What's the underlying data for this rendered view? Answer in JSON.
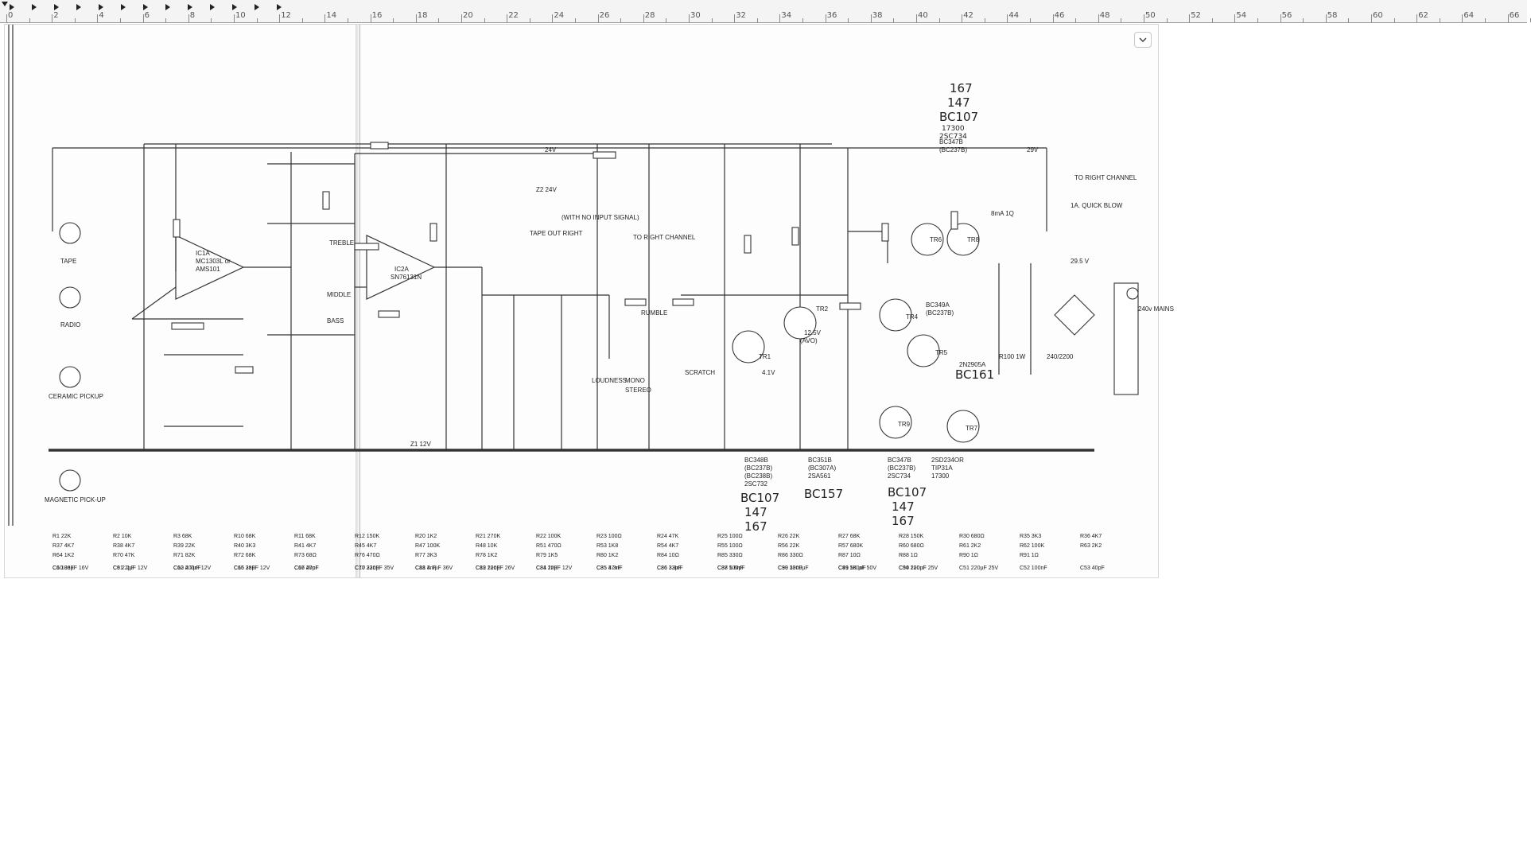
{
  "ruler": {
    "numbers": [
      "0",
      "2",
      "4",
      "6",
      "8",
      "10",
      "12",
      "14",
      "16",
      "18",
      "20",
      "22",
      "24",
      "26",
      "28",
      "30",
      "32",
      "34",
      "36",
      "38",
      "40",
      "42",
      "44",
      "46",
      "48",
      "50",
      "52",
      "54",
      "56",
      "58",
      "60",
      "62",
      "64",
      "66"
    ]
  },
  "toolbar": {
    "collapse_icon": "chevron-down-icon"
  },
  "schematic": {
    "inputs": [
      "TAPE",
      "RADIO",
      "CERAMIC PICKUP",
      "MAGNETIC PICK-UP"
    ],
    "ic1": [
      "IC1A",
      "MC1303L or",
      "AMS101"
    ],
    "ic2": [
      "IC2A",
      "SN76131N"
    ],
    "controls": [
      "TREBLE",
      "MIDDLE",
      "BASS",
      "RUMBLE",
      "SCRATCH",
      "LOUDNESS",
      "MONO",
      "STEREO"
    ],
    "labels": {
      "tape_out": "TAPE OUT RIGHT",
      "to_right": "TO RIGHT CHANNEL",
      "to_right2": "TO RIGHT CHANNEL",
      "fuse": "1A. QUICK BLOW",
      "mains": "240v MAINS",
      "rail": "29.5 V",
      "rail2": "29V",
      "v24": "24V",
      "z2": "Z2 24V",
      "z1": "Z1 12V",
      "trafo": "240/2200",
      "no_input": "(WITH NO INPUT SIGNAL)",
      "bias": "8mA 1Q",
      "r100": "R100 1W",
      "ai": "(AVO)"
    },
    "resistors": [
      "R1 22K",
      "R2 10K",
      "R3 68K",
      "R10 68K",
      "R11 68K",
      "R12 150K",
      "R20 1K2",
      "R21 270K",
      "R22 100K",
      "R23 100Ω",
      "R24 47K",
      "R25 100Ω",
      "R26 22K",
      "R27 68K",
      "R28 150K",
      "R30 680Ω",
      "R35 3K3",
      "R36 4K7",
      "R37 4K7",
      "R38 4K7",
      "R39 22K",
      "R40 3K3",
      "R41 4K7",
      "R45 4K7",
      "R47 100K",
      "R48 10K",
      "R51 470Ω",
      "R53 1K8",
      "R54 4K7",
      "R55 100Ω",
      "R56 22K",
      "R57 680K",
      "R60 680Ω",
      "R61 2K2",
      "R62 100K",
      "R63 2K2",
      "R64 1K2",
      "R70 47K",
      "R71 82K",
      "R72 68K",
      "R73 68Ω",
      "R76 470Ω",
      "R77 3K3",
      "R78 1K2",
      "R79 1K5",
      "R80 1K2",
      "R84 10Ω",
      "R85 330Ω",
      "R86 330Ω",
      "R87 10Ω",
      "R88 1Ω",
      "R90 1Ω",
      "R91 1Ω"
    ],
    "capacitors": [
      "C1 10nF",
      "C9 2.2µF 12V",
      "C10 4.7µF 12V",
      "C15 33µF 12V",
      "C16 47nF",
      "C17 33nF",
      "C18 3nF",
      "C19 10nF",
      "C31 22µF 12V",
      "C35 3.3nF",
      "C36 3.3nF",
      "C38 5.6nF",
      "C39 33nF",
      "C49 100nF",
      "C50 220µF 25V",
      "C51 220µF 25V",
      "C52 100nF",
      "C53 40pF",
      "C60 33µF 16V",
      "C61 2µF",
      "C62 200nF",
      "C66 2nF",
      "C67 20pF",
      "C70 220µF 35V",
      "C81 4.7µF 36V",
      "C82 220µF 26V",
      "C84 1nF",
      "C85 47nF",
      "C86 33pF",
      "C87 100pF",
      "C90 1000µF",
      "C91 5K µF 50V",
      "C94 100nF"
    ],
    "transistors": {
      "tr1": "TR1",
      "tr2": "TR2",
      "tr4": "TR4",
      "tr5": "TR5",
      "tr6": "TR6",
      "tr7": "TR7",
      "tr8": "TR8",
      "tr9": "TR9",
      "tr1_part": [
        "BC348B",
        "(BC237B)",
        "(BC238B)",
        "2SC732"
      ],
      "tr2_part": [
        "BC351B",
        "(BC307A)",
        "2SA561"
      ],
      "tr9_part": [
        "BC347B",
        "(BC237B)",
        "2SC734"
      ],
      "tr7_part": [
        "2SD234OR",
        "TIP31A",
        "17300"
      ],
      "tr4_part": [
        "BC349A",
        "(BC237B)"
      ],
      "tr5_part": [
        "2N2905A"
      ],
      "top_part": [
        "BC347B",
        "(BC237B)"
      ],
      "v_tr1": "4.1V",
      "v_tr2": "12.5V"
    },
    "handwritten": {
      "top": [
        "167",
        "147",
        "BC107",
        "17300",
        "2SC734"
      ],
      "tr1": [
        "BC107",
        "147",
        "167"
      ],
      "tr2": "BC157",
      "tr9": [
        "BC107",
        "147",
        "167"
      ],
      "tr5": "BC161"
    }
  }
}
